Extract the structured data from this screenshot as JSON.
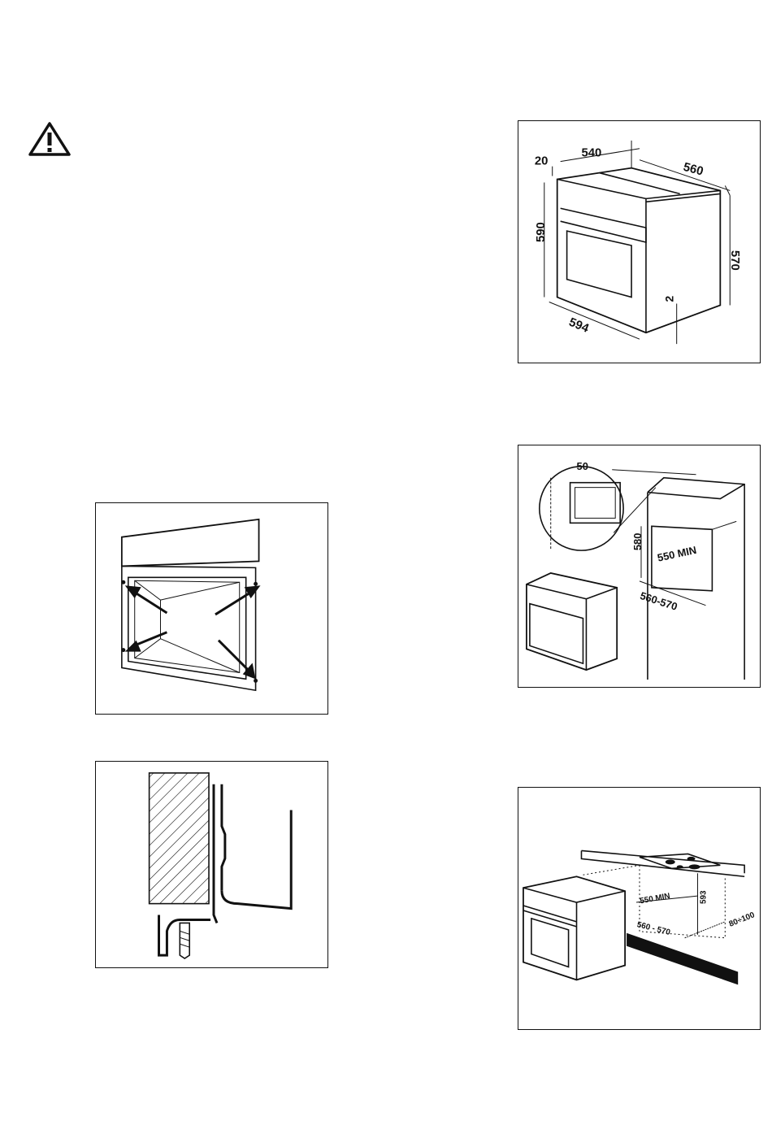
{
  "figures": {
    "oven_dimensions": {
      "labels": {
        "d20": "20",
        "d540": "540",
        "d560": "560",
        "d590": "590",
        "d570": "570",
        "d2": "2",
        "d594": "594"
      }
    },
    "column_cabinet": {
      "labels": {
        "d50": "50",
        "d580": "580",
        "d550min": "550 MIN",
        "d560_570": "560-570"
      }
    },
    "undercounter": {
      "labels": {
        "d550min": "550 MIN",
        "d593": "593",
        "d560_570": "560 - 570",
        "d80_100": "80÷100"
      }
    },
    "screw_holes": {},
    "fixing_detail": {}
  },
  "icons": {
    "warning": "warning-triangle-icon",
    "screw": "screw-icon"
  }
}
